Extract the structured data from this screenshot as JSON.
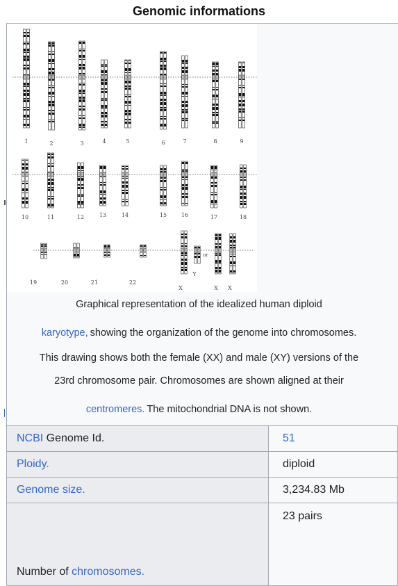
{
  "header": {
    "title": "Genomic informations"
  },
  "karyotype": {
    "row1_labels": [
      "1",
      "2",
      "3",
      "4",
      "5",
      "6",
      "7",
      "8",
      "9"
    ],
    "row2_labels": [
      "10",
      "11",
      "12",
      "13",
      "14",
      "15",
      "16",
      "17",
      "18"
    ],
    "row3_labels": [
      "19",
      "20",
      "21",
      "22",
      "X",
      "Y",
      "X",
      "X"
    ],
    "or_label": "or"
  },
  "caption": {
    "line1": "Graphical representation of the idealized human diploid",
    "link_karyotype": "karyotype,",
    "line2_rest": "showing the organization of the genome into chromosomes.",
    "line3": "This drawing shows both the female (XX) and male (XY) versions of the",
    "line4": "23rd chromosome pair. Chromosomes are shown aligned at their",
    "link_centromeres": "centromeres.",
    "line5_rest": "The mitochondrial DNA is not shown."
  },
  "infobox": {
    "rows": [
      {
        "label_link": "NCBI",
        "label_text": " Genome Id.",
        "value": "51"
      },
      {
        "label_link": "Ploidy.",
        "value": "diploid"
      },
      {
        "label_link": "Genome size.",
        "value": "3,234.83 Mb"
      },
      {
        "label_text": "Number of ",
        "label_link": "chromosomes.",
        "value": "23 pairs"
      }
    ]
  },
  "colors": {
    "link": "#3366cc",
    "label_bg": "#eaecf0",
    "value_bg": "#f8f9fa",
    "border": "#a2a9b1"
  }
}
